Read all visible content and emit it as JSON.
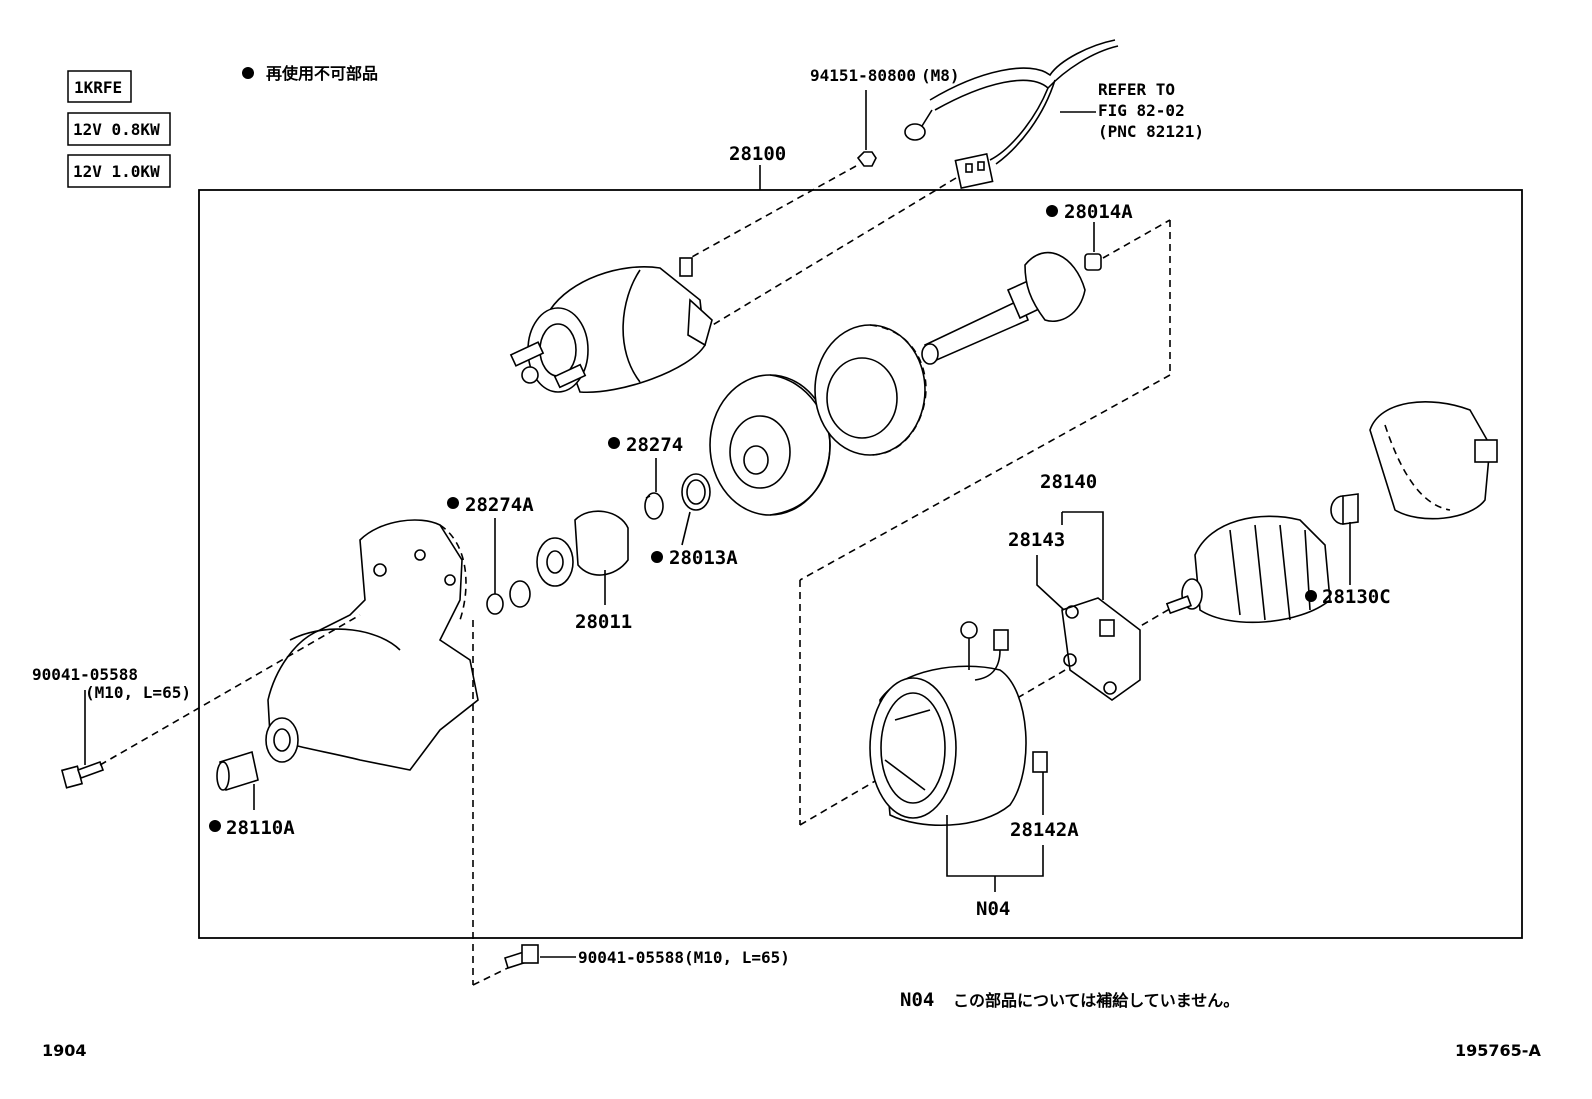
{
  "legend": {
    "engine_code": "1KRFE",
    "variant_1": "12V 0.8KW",
    "variant_2": "12V 1.0KW",
    "non_reusable": "再使用不可部品"
  },
  "labels": {
    "assembly": "28100",
    "nut_part": "94151-80800",
    "nut_spec": "(M8)",
    "refer_line1": "REFER TO",
    "refer_line2": "FIG 82-02",
    "refer_line3": "(PNC 82121)",
    "p28014A": "28014A",
    "p28274": "28274",
    "p28274A": "28274A",
    "p28013A": "28013A",
    "p28011": "28011",
    "p28140": "28140",
    "p28143": "28143",
    "p28130C": "28130C",
    "bolt_left_part": "90041-05588",
    "bolt_left_spec": "(M10, L=65)",
    "p28110A": "28110A",
    "p28142A": "28142A",
    "n04": "N04",
    "bolt_bottom": "90041-05588(M10, L=65)"
  },
  "footer": {
    "note_code": "N04",
    "note_text": "この部品については補給していません。",
    "left_code": "1904",
    "right_code": "195765-A"
  }
}
